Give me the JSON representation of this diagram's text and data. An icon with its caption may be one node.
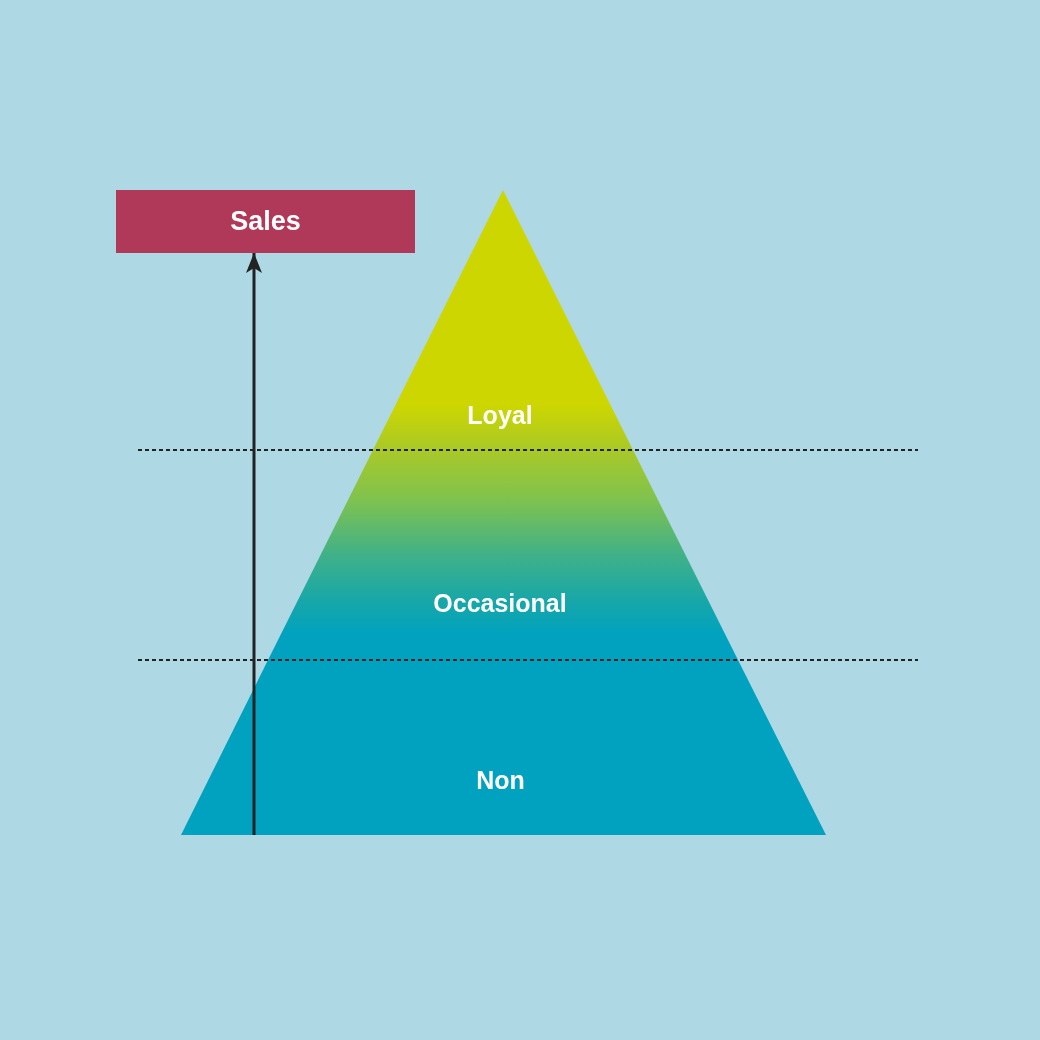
{
  "diagram": {
    "nodes": [
      {
        "text": [
          "Sales"
        ]
      },
      {
        "text": [
          "Loyal"
        ]
      },
      {
        "text": [
          "Occasional"
        ]
      },
      {
        "text": [
          "Non"
        ]
      }
    ],
    "edges": [
      {
        "from": 3,
        "to": 0,
        "arrow": "to"
      }
    ]
  }
}
